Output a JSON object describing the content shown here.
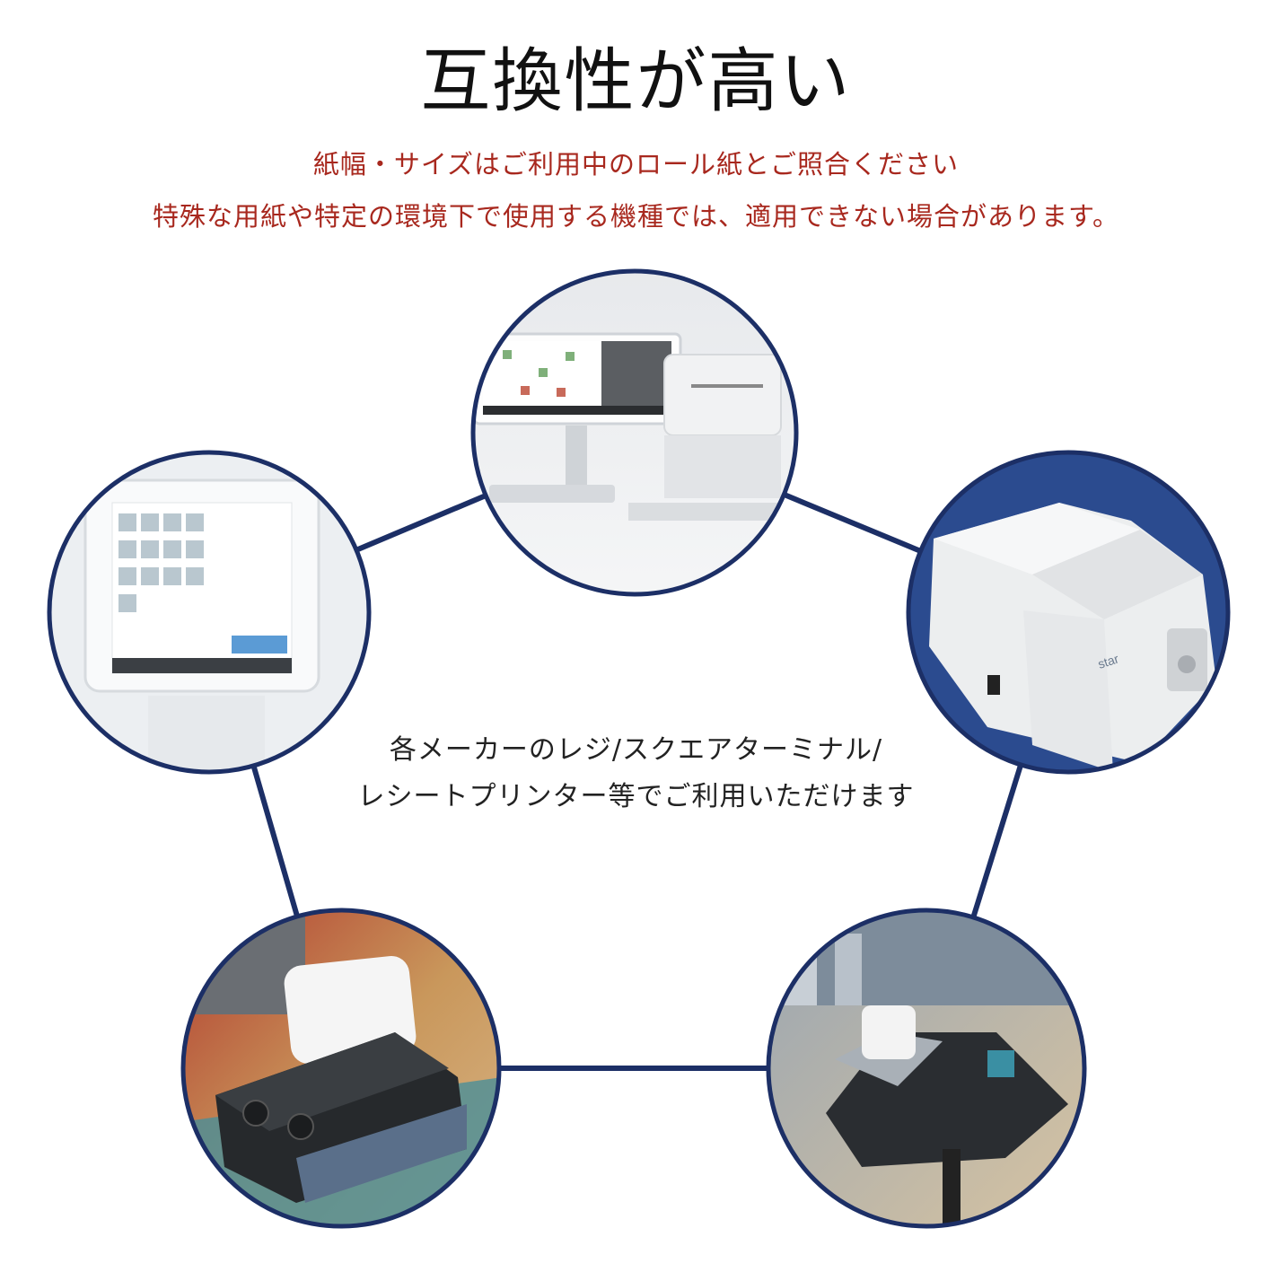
{
  "title": "互換性が高い",
  "subtitle_line1": "紙幅・サイズはご利用中のロール紙とご照合ください",
  "subtitle_line2": "特殊な用紙や特定の環境下で使用する機種では、適用できない場合があります。",
  "center_line1": "各メーカーのレジ/スクエアターミナル/",
  "center_line2": "レシートプリンター等でご利用いただけます",
  "colors": {
    "accent_red": "#a8281e",
    "ring_navy": "#1c2f66"
  },
  "devices": [
    {
      "name": "pos-terminal-with-printer"
    },
    {
      "name": "thermal-receipt-printer"
    },
    {
      "name": "card-terminal-printer"
    },
    {
      "name": "mobile-receipt-printer"
    },
    {
      "name": "tablet-register-stand"
    }
  ]
}
